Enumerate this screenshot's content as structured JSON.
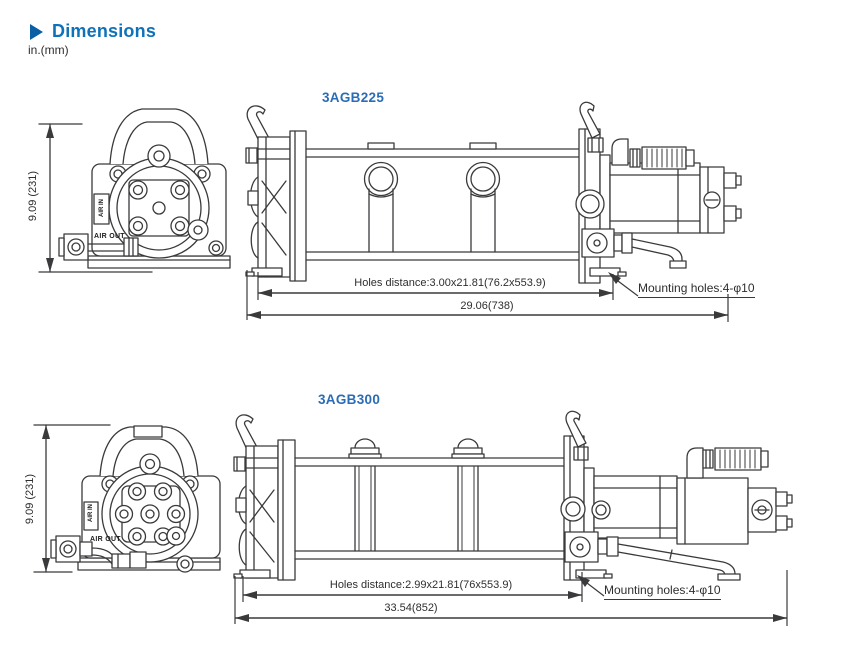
{
  "header": {
    "title": "Dimensions",
    "unit": "in.(mm)"
  },
  "colors": {
    "accent_blue": "#0d72ba",
    "model_blue": "#2a6cb5",
    "line": "#3a3a3c"
  },
  "sections": [
    {
      "model": "3AGB225",
      "height_label": "9.09 (231)",
      "holes_distance_label": "Holes distance:3.00x21.81(76.2x553.9)",
      "overall_length_label": "29.06(738)",
      "mounting_holes_label": "Mounting holes:4-φ10",
      "air_in_label": "AIR IN",
      "air_out_label": "AIR OUT"
    },
    {
      "model": "3AGB300",
      "height_label": "9.09 (231)",
      "holes_distance_label": "Holes distance:2.99x21.81(76x553.9)",
      "overall_length_label": "33.54(852)",
      "mounting_holes_label": "Mounting holes:4-φ10",
      "air_in_label": "AIR IN",
      "air_out_label": "AIR OUT"
    }
  ]
}
